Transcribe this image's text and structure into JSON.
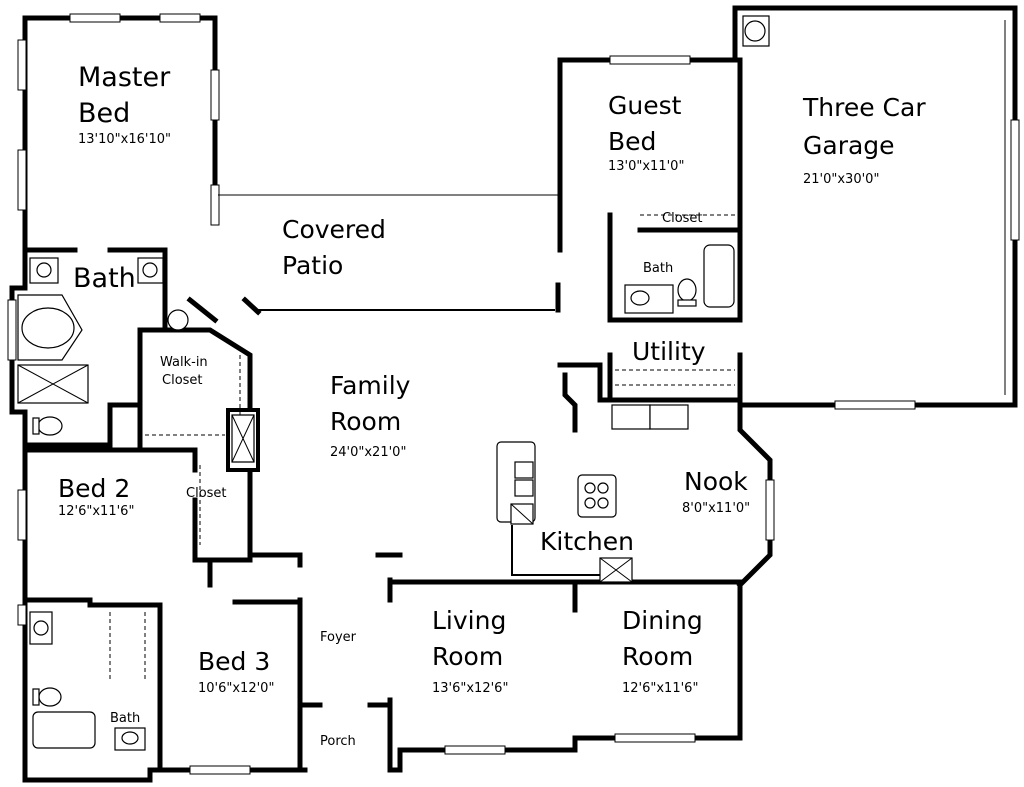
{
  "rooms": {
    "master_bed": {
      "name_line1": "Master",
      "name_line2": "Bed",
      "dims": "13'10\"x16'10\""
    },
    "bath_master": {
      "name": "Bath"
    },
    "walkin_closet": {
      "name_line1": "Walk-in",
      "name_line2": "Closet"
    },
    "covered_patio": {
      "name_line1": "Covered",
      "name_line2": "Patio"
    },
    "guest_bed": {
      "name_line1": "Guest",
      "name_line2": "Bed",
      "dims": "13'0\"x11'0\""
    },
    "guest_closet": {
      "name": "Closet"
    },
    "guest_bath": {
      "name": "Bath"
    },
    "garage": {
      "name_line1": "Three Car",
      "name_line2": "Garage",
      "dims": "21'0\"x30'0\""
    },
    "utility": {
      "name": "Utility"
    },
    "family_room": {
      "name_line1": "Family",
      "name_line2": "Room",
      "dims": "24'0\"x21'0\""
    },
    "bed2": {
      "name": "Bed 2",
      "dims": "12'6\"x11'6\""
    },
    "bed2_closet": {
      "name": "Closet"
    },
    "nook": {
      "name": "Nook",
      "dims": "8'0\"x11'0\""
    },
    "kitchen": {
      "name": "Kitchen"
    },
    "foyer": {
      "name": "Foyer"
    },
    "living_room": {
      "name_line1": "Living",
      "name_line2": "Room",
      "dims": "13'6\"x12'6\""
    },
    "dining_room": {
      "name_line1": "Dining",
      "name_line2": "Room",
      "dims": "12'6\"x11'6\""
    },
    "bed3": {
      "name": "Bed 3",
      "dims": "10'6\"x12'0\""
    },
    "bath_hall": {
      "name": "Bath"
    },
    "porch": {
      "name": "Porch"
    }
  }
}
